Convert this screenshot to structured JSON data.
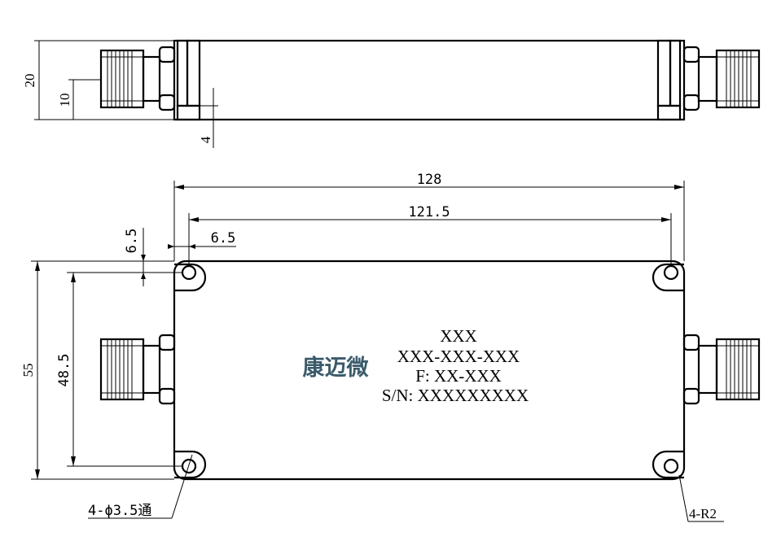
{
  "dimensions": {
    "side_height": "20",
    "side_connector_height": "10",
    "side_step": "4",
    "total_length": "128",
    "hole_spacing_x": "121.5",
    "hole_offset_x": "6.5",
    "hole_offset_y": "6.5",
    "total_width": "55",
    "hole_spacing_y": "48.5",
    "hole_note": "4-ϕ3.5通",
    "corner_note": "4-R2"
  },
  "label": {
    "line1": "XXX",
    "line2": "XXX-XXX-XXX",
    "line3": "F: XX-XXX",
    "line4": "S/N: XXXXXXXXX"
  },
  "brand": "康迈微"
}
